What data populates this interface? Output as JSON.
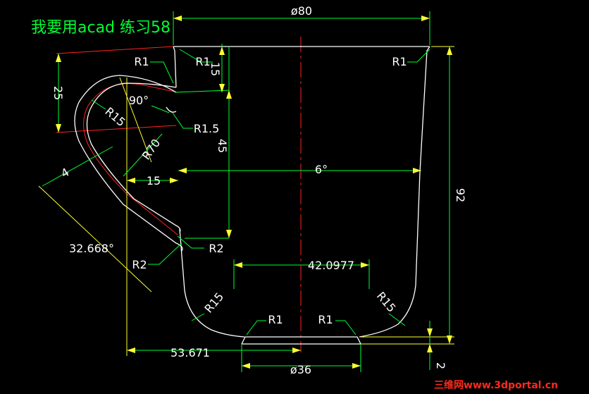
{
  "title": "我要用acad 练习58",
  "watermark": "三维网www.3dportal.cn",
  "colors": {
    "background": "#000000",
    "outline": "#ffffff",
    "dimension": "#00ff33",
    "extension": "#ffff33",
    "centerline": "#ff2222",
    "text": "#ffffff"
  },
  "dimensions": {
    "top_diameter": "ø80",
    "bottom_diameter": "ø36",
    "height": "92",
    "base_offset": "2",
    "rim_offset": "15",
    "handle_height": "25",
    "handle_span": "45",
    "handle_gap": "15",
    "handle_thickness": "4",
    "handle_distance": "53.671",
    "angle_90": "90°",
    "angle_6": "6°",
    "angle_32": "32.668°",
    "inner_width": "42.0977",
    "r1_top_left": "R1",
    "r1_top_left2": "R1",
    "r1_top_right": "R1",
    "r1_bottom_left": "R1",
    "r1_bottom_right": "R1",
    "r15_handle": "R15",
    "r15_left": "R15",
    "r15_right": "R15",
    "r70": "R70",
    "r1_5": "R1.5",
    "r2_right": "R2",
    "r2_left": "R2"
  }
}
